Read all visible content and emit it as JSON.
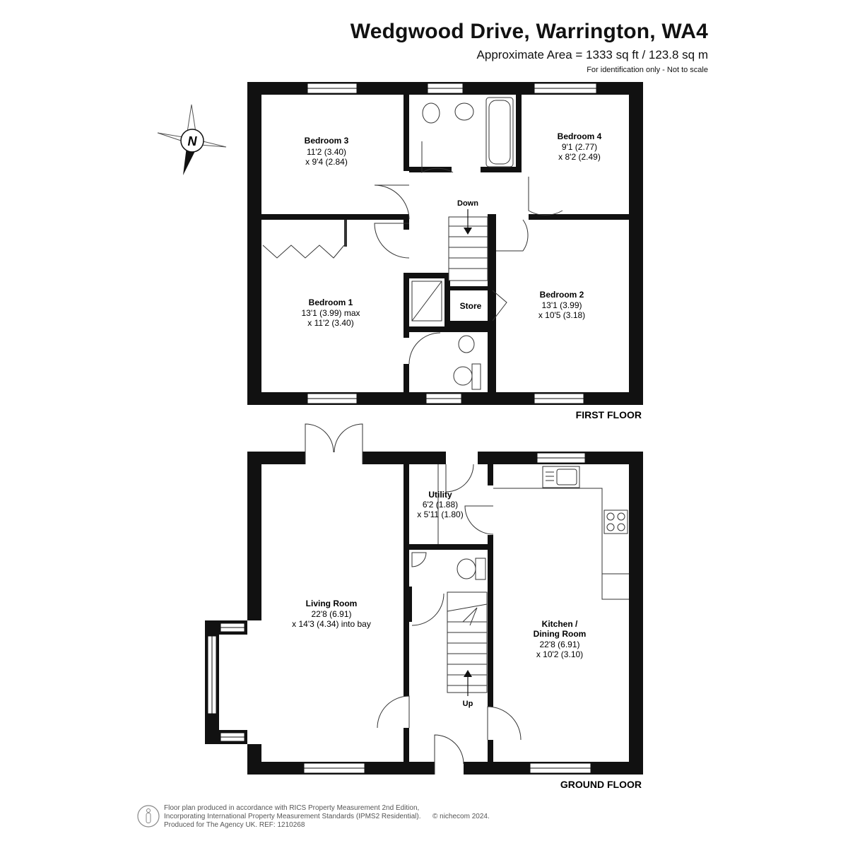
{
  "header": {
    "title": "Wedgwood Drive, Warrington, WA4",
    "area": "Approximate Area = 1333 sq ft / 123.8 sq m",
    "note": "For identification only - Not to scale"
  },
  "compass": {
    "label": "N"
  },
  "first_floor": {
    "label": "FIRST FLOOR",
    "rooms": {
      "bedroom3": {
        "name": "Bedroom 3",
        "dim1": "11'2 (3.40)",
        "dim2": "x 9'4 (2.84)"
      },
      "bedroom4": {
        "name": "Bedroom 4",
        "dim1": "9'1 (2.77)",
        "dim2": "x 8'2 (2.49)"
      },
      "bedroom1": {
        "name": "Bedroom 1",
        "dim1": "13'1 (3.99) max",
        "dim2": "x 11'2 (3.40)"
      },
      "bedroom2": {
        "name": "Bedroom 2",
        "dim1": "13'1 (3.99)",
        "dim2": "x 10'5 (3.18)"
      },
      "store": {
        "name": "Store"
      },
      "stairs": {
        "label": "Down"
      }
    }
  },
  "ground_floor": {
    "label": "GROUND FLOOR",
    "rooms": {
      "living": {
        "name": "Living Room",
        "dim1": "22'8 (6.91)",
        "dim2": "x 14'3 (4.34) into bay"
      },
      "utility": {
        "name": "Utility",
        "dim1": "6'2 (1.88)",
        "dim2": "x 5'11 (1.80)"
      },
      "kitchen": {
        "name1": "Kitchen /",
        "name2": "Dining Room",
        "dim1": "22'8 (6.91)",
        "dim2": "x 10'2 (3.10)"
      },
      "stairs": {
        "label": "Up"
      }
    }
  },
  "footer": {
    "line1": "Floor plan produced in accordance with RICS Property Measurement 2nd Edition,",
    "line2": "Incorporating International Property Measurement Standards (IPMS2 Residential).",
    "line3": "Produced for The Agency UK.   REF:  1210268",
    "copyright": "© nichecom 2024."
  },
  "colors": {
    "wall": "#111111",
    "line": "#333333",
    "text": "#111111",
    "footer_text": "#555555"
  }
}
